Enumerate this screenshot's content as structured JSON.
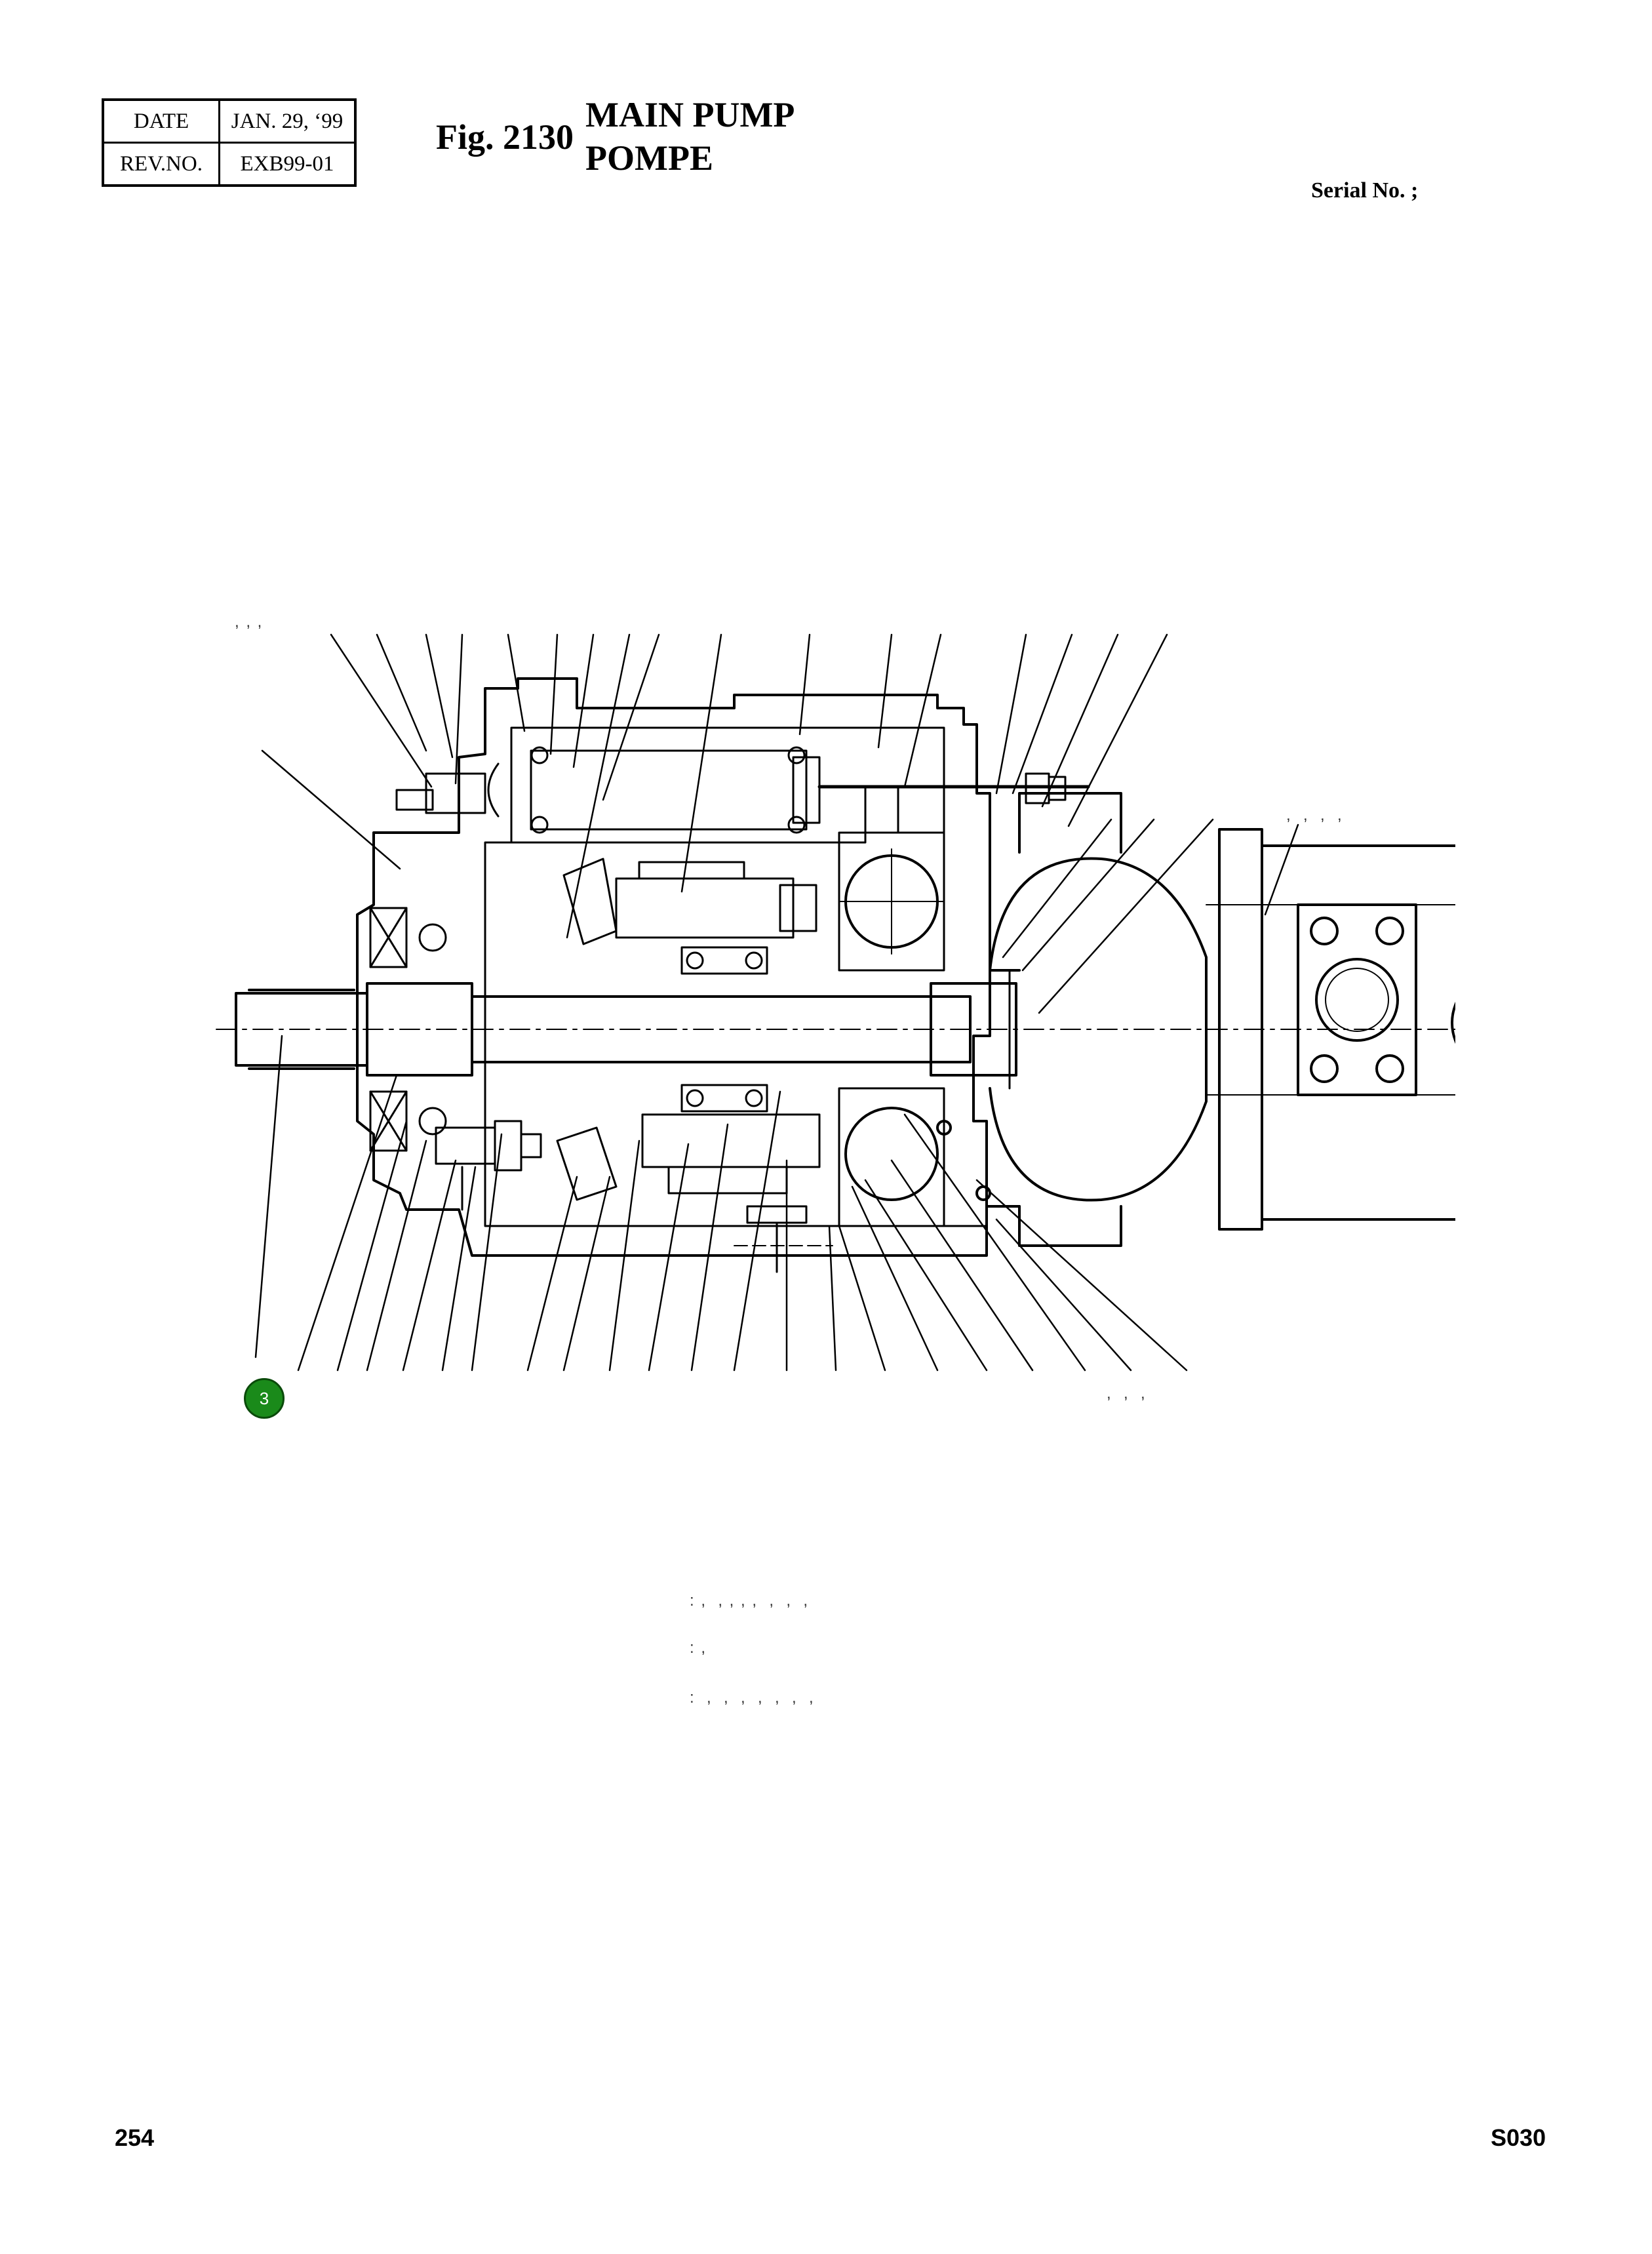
{
  "header_table": {
    "date_label": "DATE",
    "date_value": "JAN. 29, ‘99",
    "rev_label": "REV.NO.",
    "rev_value": "EXB99-01"
  },
  "figure": {
    "number": "Fig. 2130",
    "title_en": "MAIN PUMP",
    "title_fr": "POMPE"
  },
  "serial_label": "Serial No. ;",
  "callout": {
    "number": "3"
  },
  "footer": {
    "page_number": "254",
    "code": "S030"
  },
  "fragments": {
    "top_left": ", , ,",
    "top_right": ",  ,  ,  ,",
    "bottom_right": ",  ,  ,",
    "note_1": ": ,  , , , ,  ,  ,  ,",
    "note_2": ": ,",
    "note_3": ":  ,  ,  ,  ,  ,  ,  ,"
  }
}
